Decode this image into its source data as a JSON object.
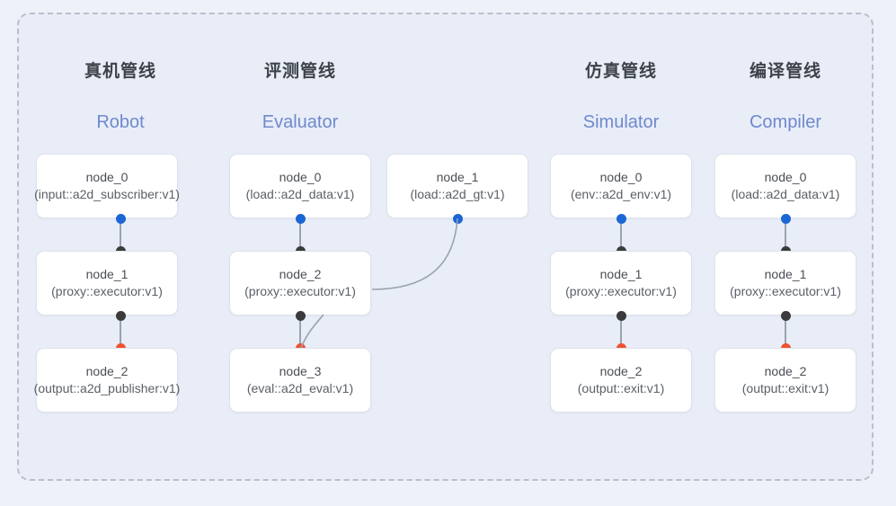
{
  "diagram": {
    "title_visible": false,
    "colors": {
      "page_background": "#eef1f9",
      "panel_background": "#e8edf8",
      "panel_border": "#b9bfcb",
      "node_background": "#ffffff",
      "node_border": "#dfe2e8",
      "title_text": "#3d4248",
      "subtitle_text": "#7089cd",
      "edge": "#9aa2b1",
      "dot_blue": "#1a66d4",
      "dot_black": "#3b3b3b",
      "dot_red": "#f1502f"
    },
    "columns": [
      {
        "id": "robot",
        "title": "真机管线",
        "subtitle": "Robot",
        "nodes": [
          {
            "name": "node_0",
            "type": "(input::a2d_subscriber:v1)"
          },
          {
            "name": "node_1",
            "type": "(proxy::executor:v1)"
          },
          {
            "name": "node_2",
            "type": "(output::a2d_publisher:v1)"
          }
        ]
      },
      {
        "id": "evaluator",
        "title": "评测管线",
        "subtitle": "Evaluator",
        "nodes": [
          {
            "name": "node_0",
            "type": "(load::a2d_data:v1)"
          },
          {
            "name": "node_1",
            "type": "(load::a2d_gt:v1)"
          },
          {
            "name": "node_2",
            "type": "(proxy::executor:v1)"
          },
          {
            "name": "node_3",
            "type": "(eval::a2d_eval:v1)"
          }
        ]
      },
      {
        "id": "simulator",
        "title": "仿真管线",
        "subtitle": "Simulator",
        "nodes": [
          {
            "name": "node_0",
            "type": "(env::a2d_env:v1)"
          },
          {
            "name": "node_1",
            "type": "(proxy::executor:v1)"
          },
          {
            "name": "node_2",
            "type": "(output::exit:v1)"
          }
        ]
      },
      {
        "id": "compiler",
        "title": "编译管线",
        "subtitle": "Compiler",
        "nodes": [
          {
            "name": "node_0",
            "type": "(load::a2d_data:v1)"
          },
          {
            "name": "node_1",
            "type": "(proxy::executor:v1)"
          },
          {
            "name": "node_2",
            "type": "(output::exit:v1)"
          }
        ]
      }
    ]
  }
}
